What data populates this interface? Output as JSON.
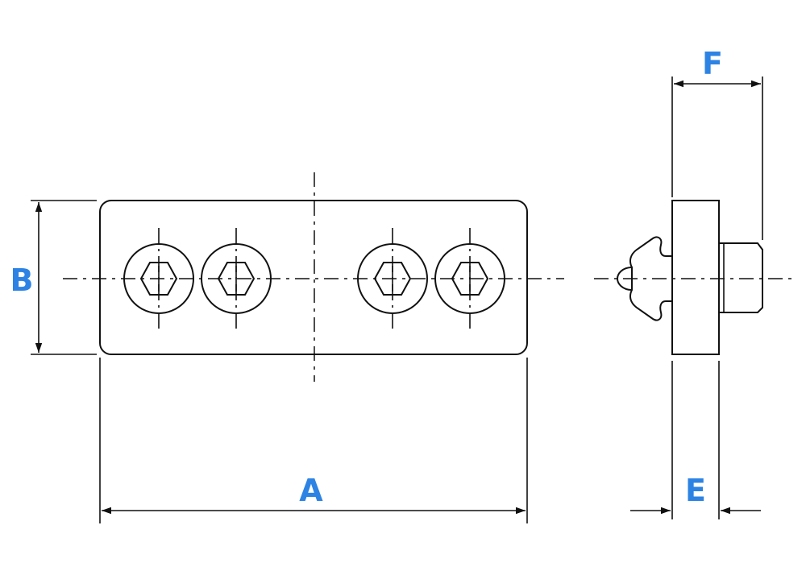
{
  "labels": {
    "A": "A",
    "B": "B",
    "E": "E",
    "F": "F"
  },
  "colors": {
    "label": "#2d83e3",
    "line": "#111111",
    "background": "#ffffff"
  }
}
